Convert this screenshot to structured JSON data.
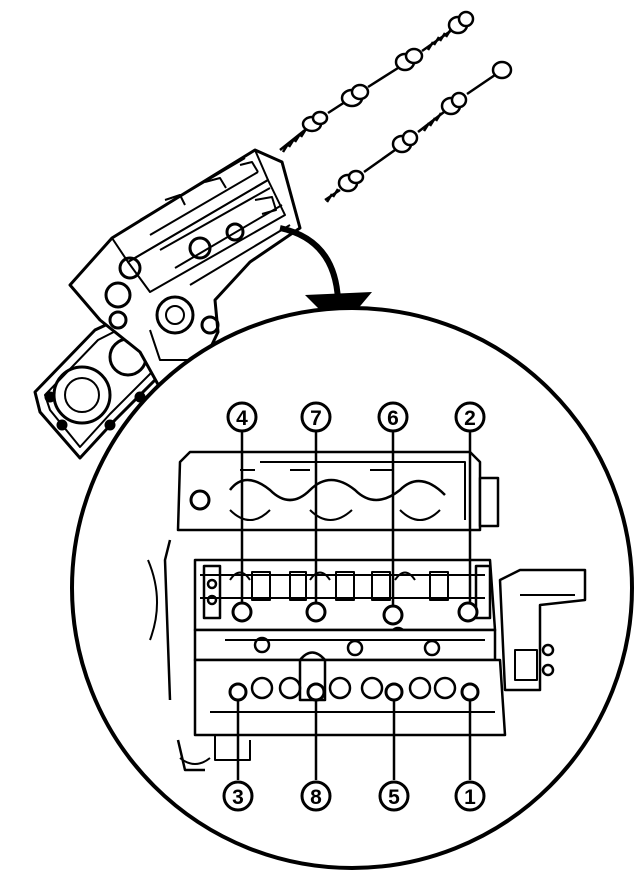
{
  "figure": {
    "callouts_top": [
      {
        "id": "callout-4",
        "label": "4"
      },
      {
        "id": "callout-7",
        "label": "7"
      },
      {
        "id": "callout-6",
        "label": "6"
      },
      {
        "id": "callout-2",
        "label": "2"
      }
    ],
    "callouts_bottom": [
      {
        "id": "callout-3",
        "label": "3"
      },
      {
        "id": "callout-8",
        "label": "8"
      },
      {
        "id": "callout-5",
        "label": "5"
      },
      {
        "id": "callout-1",
        "label": "1"
      }
    ],
    "ink_color": "#000000",
    "paper_color": "#ffffff"
  }
}
